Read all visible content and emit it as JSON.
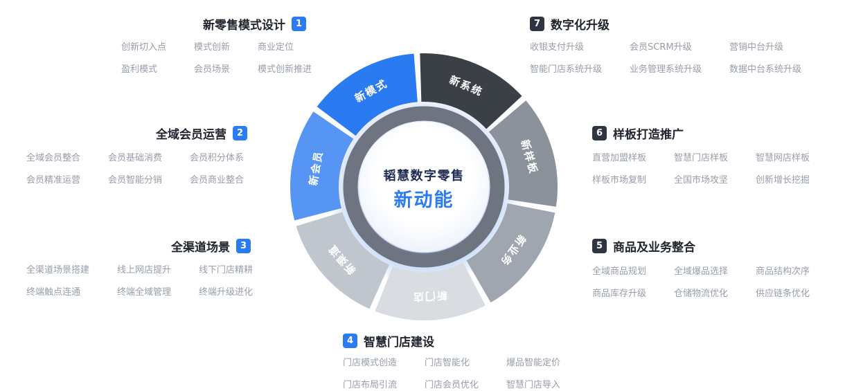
{
  "center": {
    "line1": "韬慧数字零售",
    "line2": "新动能"
  },
  "colors": {
    "accent_blue": "#2b7bf3",
    "dark_badge": "#2e3440",
    "title_text": "#20252d",
    "item_text": "#979ea8"
  },
  "wheel": {
    "ring_color": "#6f7580",
    "label_color": "#ffffff",
    "start_center_angle": -28.7,
    "segments": [
      {
        "label": "新模式",
        "color": "#2a7af2"
      },
      {
        "label": "新系统",
        "color": "#3b4046"
      },
      {
        "label": "新样板",
        "color": "#8c929b"
      },
      {
        "label": "新业务",
        "color": "#9fa6af"
      },
      {
        "label": "新门店",
        "color": "#d9dde2"
      },
      {
        "label": "新渠道",
        "color": "#c0c6cd"
      },
      {
        "label": "新会员",
        "color": "#5795f5"
      }
    ]
  },
  "sections": [
    {
      "num": "1",
      "title": "新零售模式设计",
      "badge_color": "#2b7bf3",
      "items": [
        [
          "创新切入点",
          "模式创新",
          "商业定位"
        ],
        [
          "盈利模式",
          "会员场景",
          "模式创新推进"
        ]
      ]
    },
    {
      "num": "2",
      "title": "全域会员运营",
      "badge_color": "#2b7bf3",
      "items": [
        [
          "全域会员整合",
          "会员基础消费",
          "会员积分体系"
        ],
        [
          "会员精准运营",
          "会员智能分销",
          "会员商业整合"
        ]
      ]
    },
    {
      "num": "3",
      "title": "全渠道场景",
      "badge_color": "#2b7bf3",
      "items": [
        [
          "全渠道场景搭建",
          "线上网店提升",
          "线下门店精耕"
        ],
        [
          "终端触点连通",
          "终端全域管理",
          "终端升级进化"
        ]
      ]
    },
    {
      "num": "4",
      "title": "智慧门店建设",
      "badge_color": "#2b7bf3",
      "items": [
        [
          "门店模式创造",
          "门店智能化",
          "爆品智能定价"
        ],
        [
          "门店布局引流",
          "门店会员优化",
          "智慧门店导入"
        ]
      ]
    },
    {
      "num": "5",
      "title": "商品及业务整合",
      "badge_color": "#2e3440",
      "items": [
        [
          "全域商品规划",
          "全域爆品选择",
          "商品结构次序"
        ],
        [
          "商品库存升级",
          "仓储物流优化",
          "供应链条优化"
        ]
      ]
    },
    {
      "num": "6",
      "title": "样板打造推广",
      "badge_color": "#2e3440",
      "items": [
        [
          "直营加盟样板",
          "智慧门店样板",
          "智慧网店样板"
        ],
        [
          "样板市场复制",
          "全国市场攻坚",
          "创新增长挖掘"
        ]
      ]
    },
    {
      "num": "7",
      "title": "数字化升级",
      "badge_color": "#2e3440",
      "items": [
        [
          "收银支付升级",
          "会员SCRM升级",
          "营销中台升级"
        ],
        [
          "智能门店系统升级",
          "业务管理系统升级",
          "数据中台系统升级"
        ]
      ]
    }
  ]
}
